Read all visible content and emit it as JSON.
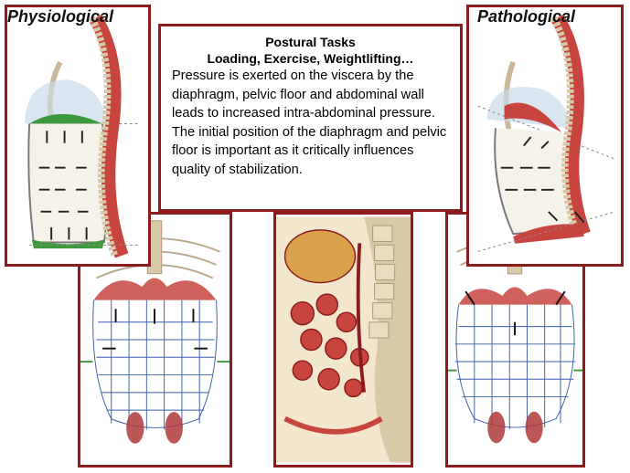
{
  "labels": {
    "physiological": "Physiological",
    "pathological": "Pathological"
  },
  "textbox": {
    "title": "Postural Tasks",
    "subtitle": "Loading, Exercise, Weightlifting…",
    "body": "Pressure is exerted on the viscera by the diaphragm, pelvic floor and abdominal wall leads to increased intra-abdominal pressure. The initial position of the diaphragm and pelvic floor is important as it critically influences quality of stabilization."
  },
  "colors": {
    "frame": "#8b1c1c",
    "muscle_red": "#c8453f",
    "diaphragm_green": "#3c9a3c",
    "grid_blue": "#3a5fa8",
    "bone": "#d8c9a8"
  }
}
